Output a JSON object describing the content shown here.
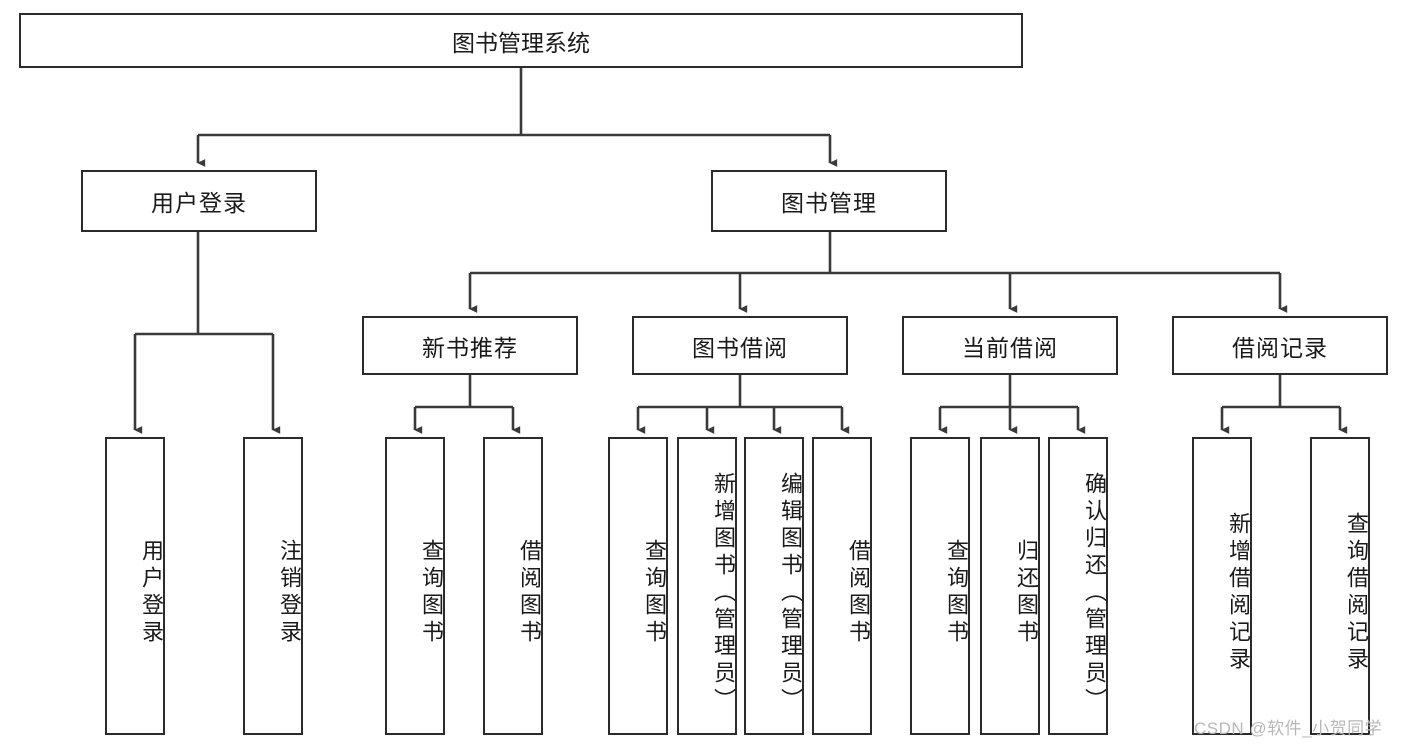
{
  "diagram": {
    "type": "tree",
    "title": "图书管理系统",
    "root": {
      "label": "图书管理系统"
    },
    "level2": [
      {
        "label": "用户登录"
      },
      {
        "label": "图书管理"
      }
    ],
    "level3": [
      {
        "label": "新书推荐"
      },
      {
        "label": "图书借阅"
      },
      {
        "label": "当前借阅"
      },
      {
        "label": "借阅记录"
      }
    ],
    "leaves": {
      "user_login": [
        {
          "label": "用户登录"
        },
        {
          "label": "注销登录"
        }
      ],
      "new_book_recommend": [
        {
          "label": "查询图书"
        },
        {
          "label": "借阅图书"
        }
      ],
      "book_borrow": [
        {
          "label": "查询图书"
        },
        {
          "label": "新增图书（管理员）"
        },
        {
          "label": "编辑图书（管理员）"
        },
        {
          "label": "借阅图书"
        }
      ],
      "current_borrow": [
        {
          "label": "查询图书"
        },
        {
          "label": "归还图书"
        },
        {
          "label": "确认归还（管理员）"
        }
      ],
      "borrow_record": [
        {
          "label": "新增借阅记录"
        },
        {
          "label": "查询借阅记录"
        }
      ]
    }
  },
  "watermark": {
    "text": "CSDN @软件_小贺同学"
  },
  "colors": {
    "box_border": "#2b2b2b",
    "box_fill": "#ffffff",
    "edge": "#3a3a3a",
    "text": "#1a1a1a",
    "watermark": "#b8b8b8"
  }
}
